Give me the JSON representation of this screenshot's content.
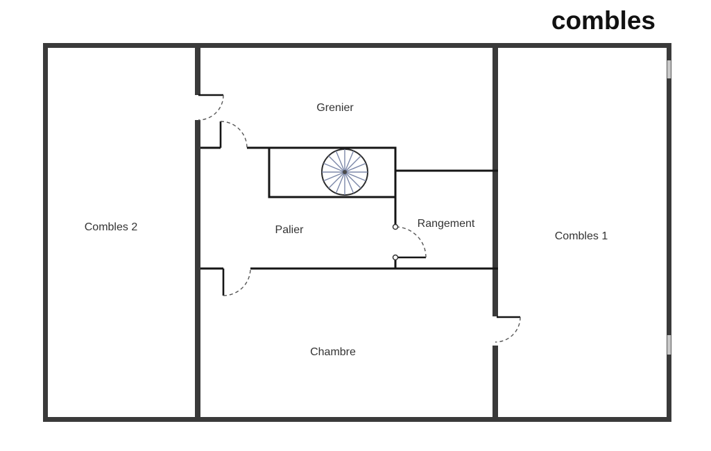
{
  "title": "combles",
  "rooms": {
    "grenier": "Grenier",
    "combles_2": "Combles 2",
    "palier": "Palier",
    "rangement": "Rangement",
    "chambre": "Chambre",
    "combles_1": "Combles 1"
  },
  "colors": {
    "wall_thick": "#3a3a3a",
    "wall_thin": "#151515",
    "door_arc": "#555555",
    "stair_spokes": "#7b87a8",
    "label_color": "#333333",
    "title_color": "#111111",
    "window": "#c8c8c8",
    "background": "#ffffff"
  }
}
